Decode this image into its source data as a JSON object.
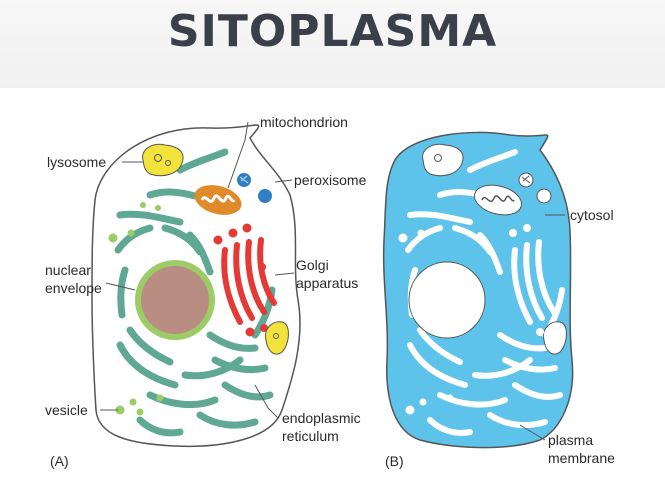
{
  "title": "SITOPLASMA",
  "labels": {
    "lysosome": "lysosome",
    "mitochondrion": "mitochondrion",
    "peroxisome": "peroxisome",
    "nuclear_1": "nuclear",
    "nuclear_2": "envelope",
    "golgi_1": "Golgi",
    "golgi_2": "apparatus",
    "vesicle": "vesicle",
    "er_1": "endoplasmic",
    "er_2": "reticulum",
    "panel_a": "(A)",
    "panel_b": "(B)",
    "cytosol": "cytosol",
    "plasma_1": "plasma",
    "plasma_2": "membrane"
  },
  "colors": {
    "er": "#5fa894",
    "nucleus": "#b98d81",
    "nuclear_envelope": "#9ccc65",
    "golgi": "#e53935",
    "mitochondrion": "#e08a2b",
    "lysosome": "#f2e23c",
    "peroxisome": "#2f7fc4",
    "cytosol": "#5ec3ea",
    "outline": "#555555"
  }
}
